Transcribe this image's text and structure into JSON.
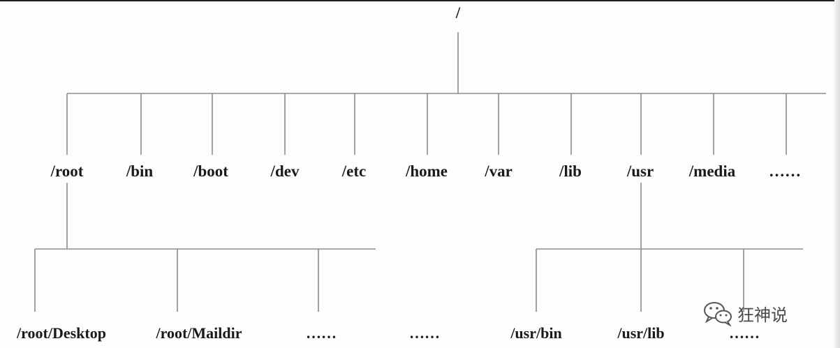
{
  "diagram": {
    "root": "/",
    "level1": [
      "/root",
      "/bin",
      "/boot",
      "/dev",
      "/etc",
      "/home",
      "/var",
      "/lib",
      "/usr",
      "/media",
      "……"
    ],
    "root_children": [
      "/root/Desktop",
      "/root/Maildir",
      "……",
      "……"
    ],
    "usr_children": [
      "/usr/bin",
      "/usr/lib",
      "……"
    ]
  },
  "watermark": {
    "text": "狂神说",
    "icon": "wechat-icon"
  },
  "colors": {
    "line": "#8c8c8c",
    "text": "#1a1a1a"
  }
}
